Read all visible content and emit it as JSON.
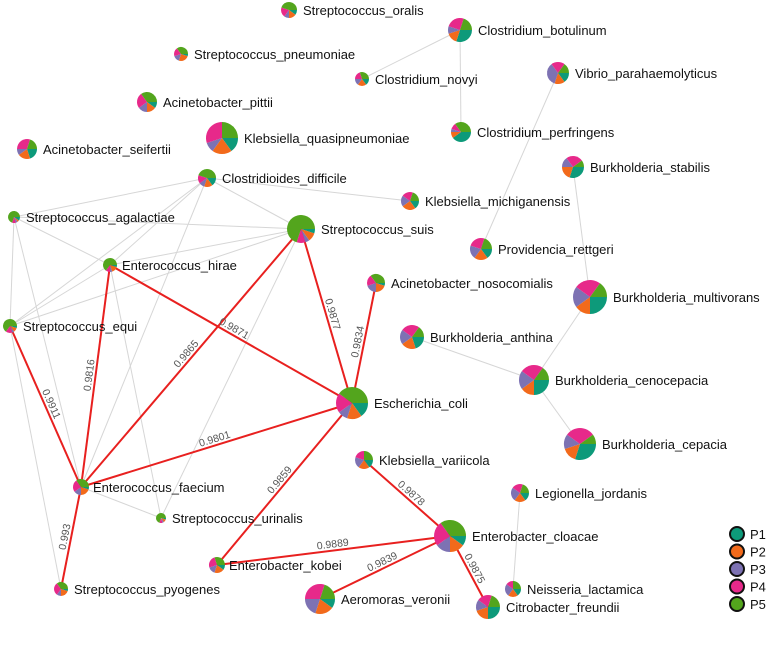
{
  "colors": {
    "P1": "#0d9a7a",
    "P2": "#f26a1b",
    "P3": "#7d72b3",
    "P4": "#e7298a",
    "P5": "#53a51d",
    "edge_light": "#d6d6d6",
    "edge_strong": "#e8201f"
  },
  "legend": [
    {
      "key": "P1",
      "label": "P1"
    },
    {
      "key": "P2",
      "label": "P2"
    },
    {
      "key": "P3",
      "label": "P3"
    },
    {
      "key": "P4",
      "label": "P4"
    },
    {
      "key": "P5",
      "label": "P5"
    }
  ],
  "nodes": [
    {
      "id": "strep_oralis",
      "label": "Streptococcus_oralis",
      "r": 8,
      "pie": {
        "P1": 10,
        "P2": 15,
        "P3": 10,
        "P4": 20,
        "P5": 45
      }
    },
    {
      "id": "clos_botulinum",
      "label": "Clostridium_botulinum",
      "r": 12,
      "pie": {
        "P1": 30,
        "P2": 15,
        "P3": 10,
        "P4": 25,
        "P5": 20
      }
    },
    {
      "id": "strep_pneumoniae",
      "label": "Streptococcus_pneumoniae",
      "r": 7,
      "pie": {
        "P1": 5,
        "P2": 25,
        "P3": 15,
        "P4": 20,
        "P5": 35
      }
    },
    {
      "id": "clos_novyi",
      "label": "Clostridium_novyi",
      "r": 7,
      "pie": {
        "P1": 15,
        "P2": 20,
        "P3": 15,
        "P4": 20,
        "P5": 30
      }
    },
    {
      "id": "vibrio",
      "label": "Vibrio_parahaemolyticus",
      "r": 11,
      "pie": {
        "P1": 15,
        "P2": 15,
        "P3": 35,
        "P4": 20,
        "P5": 15
      }
    },
    {
      "id": "acin_pittii",
      "label": "Acinetobacter_pittii",
      "r": 10,
      "pie": {
        "P1": 10,
        "P2": 15,
        "P3": 15,
        "P4": 25,
        "P5": 35
      }
    },
    {
      "id": "clos_perfringens",
      "label": "Clostridium_perfringens",
      "r": 10,
      "pie": {
        "P1": 40,
        "P2": 10,
        "P3": 5,
        "P4": 10,
        "P5": 35
      }
    },
    {
      "id": "acin_seifertii",
      "label": "Acinetobacter_seifertii",
      "r": 10,
      "pie": {
        "P1": 20,
        "P2": 20,
        "P3": 10,
        "P4": 30,
        "P5": 20
      }
    },
    {
      "id": "kleb_quasi",
      "label": "Klebsiella_quasipneumoniae",
      "r": 16,
      "pie": {
        "P1": 15,
        "P2": 20,
        "P3": 10,
        "P4": 30,
        "P5": 25
      }
    },
    {
      "id": "burk_stabilis",
      "label": "Burkholderia_stabilis",
      "r": 11,
      "pie": {
        "P1": 30,
        "P2": 20,
        "P3": 15,
        "P4": 25,
        "P5": 10
      }
    },
    {
      "id": "clostridioides",
      "label": "Clostridioides_difficile",
      "r": 9,
      "pie": {
        "P1": 15,
        "P2": 15,
        "P3": 10,
        "P4": 15,
        "P5": 45
      }
    },
    {
      "id": "kleb_mich",
      "label": "Klebsiella_michiganensis",
      "r": 9,
      "pie": {
        "P1": 15,
        "P2": 25,
        "P3": 20,
        "P4": 20,
        "P5": 20
      }
    },
    {
      "id": "strep_agalactiae",
      "label": "Streptococcus_agalactiae",
      "r": 6,
      "pie": {
        "P1": 10,
        "P2": 5,
        "P3": 5,
        "P4": 10,
        "P5": 70
      }
    },
    {
      "id": "strep_suis",
      "label": "Streptococcus_suis",
      "r": 14,
      "pie": {
        "P1": 5,
        "P2": 10,
        "P3": 5,
        "P4": 10,
        "P5": 70
      }
    },
    {
      "id": "providencia",
      "label": "Providencia_rettgeri",
      "r": 11,
      "pie": {
        "P1": 15,
        "P2": 20,
        "P3": 20,
        "P4": 25,
        "P5": 20
      }
    },
    {
      "id": "ent_hirae",
      "label": "Enterococcus_hirae",
      "r": 7,
      "pie": {
        "P1": 5,
        "P2": 15,
        "P3": 5,
        "P4": 10,
        "P5": 65
      }
    },
    {
      "id": "acin_noso",
      "label": "Acinetobacter_nosocomialis",
      "r": 9,
      "pie": {
        "P1": 5,
        "P2": 20,
        "P3": 20,
        "P4": 20,
        "P5": 35
      }
    },
    {
      "id": "burk_multi",
      "label": "Burkholderia_multivorans",
      "r": 17,
      "pie": {
        "P1": 25,
        "P2": 15,
        "P3": 20,
        "P4": 25,
        "P5": 15
      }
    },
    {
      "id": "strep_equi",
      "label": "Streptococcus_equi",
      "r": 7,
      "pie": {
        "P1": 5,
        "P2": 10,
        "P3": 5,
        "P4": 15,
        "P5": 65
      }
    },
    {
      "id": "burk_anthina",
      "label": "Burkholderia_anthina",
      "r": 12,
      "pie": {
        "P1": 20,
        "P2": 20,
        "P3": 20,
        "P4": 25,
        "P5": 15
      }
    },
    {
      "id": "burk_ceno",
      "label": "Burkholderia_cenocepacia",
      "r": 15,
      "pie": {
        "P1": 25,
        "P2": 15,
        "P3": 20,
        "P4": 25,
        "P5": 15
      }
    },
    {
      "id": "ecoli",
      "label": "Escherichia_coli",
      "r": 16,
      "pie": {
        "P1": 15,
        "P2": 15,
        "P3": 10,
        "P4": 20,
        "P5": 40
      }
    },
    {
      "id": "burk_cepacia",
      "label": "Burkholderia_cepacia",
      "r": 16,
      "pie": {
        "P1": 30,
        "P2": 15,
        "P3": 15,
        "P4": 30,
        "P5": 10
      }
    },
    {
      "id": "kleb_vari",
      "label": "Klebsiella_variicola",
      "r": 9,
      "pie": {
        "P1": 15,
        "P2": 20,
        "P3": 20,
        "P4": 20,
        "P5": 25
      }
    },
    {
      "id": "legionella",
      "label": "Legionella_jordanis",
      "r": 9,
      "pie": {
        "P1": 15,
        "P2": 20,
        "P3": 25,
        "P4": 20,
        "P5": 20
      }
    },
    {
      "id": "ent_faecium",
      "label": "Enterococcus_faecium",
      "r": 8,
      "pie": {
        "P1": 5,
        "P2": 20,
        "P3": 15,
        "P4": 25,
        "P5": 35
      }
    },
    {
      "id": "strep_urinalis",
      "label": "Streptococcus_urinalis",
      "r": 5,
      "pie": {
        "P1": 5,
        "P2": 10,
        "P3": 5,
        "P4": 10,
        "P5": 70
      }
    },
    {
      "id": "enterobacter_cloacae",
      "label": "Enterobacter_cloacae",
      "r": 16,
      "pie": {
        "P1": 10,
        "P2": 15,
        "P3": 15,
        "P4": 25,
        "P5": 35
      }
    },
    {
      "id": "enterobacter_kobei",
      "label": "Enterobacter_kobei",
      "r": 8,
      "pie": {
        "P1": 10,
        "P2": 20,
        "P3": 15,
        "P4": 25,
        "P5": 30
      }
    },
    {
      "id": "neisseria",
      "label": "Neisseria_lactamica",
      "r": 8,
      "pie": {
        "P1": 15,
        "P2": 20,
        "P3": 25,
        "P4": 15,
        "P5": 25
      }
    },
    {
      "id": "strep_pyogenes",
      "label": "Streptococcus_pyogenes",
      "r": 7,
      "pie": {
        "P1": 5,
        "P2": 20,
        "P3": 10,
        "P4": 30,
        "P5": 35
      }
    },
    {
      "id": "aeromonas",
      "label": "Aeromoras_veronii",
      "r": 15,
      "pie": {
        "P1": 10,
        "P2": 20,
        "P3": 20,
        "P4": 30,
        "P5": 20
      }
    },
    {
      "id": "citrobacter",
      "label": "Citrobacter_freundii",
      "r": 12,
      "pie": {
        "P1": 25,
        "P2": 20,
        "P3": 15,
        "P4": 20,
        "P5": 20
      }
    }
  ],
  "edges": [
    {
      "source": "clos_botulinum",
      "target": "clos_novyi",
      "strong": false,
      "label": ""
    },
    {
      "source": "clos_botulinum",
      "target": "clos_perfringens",
      "strong": false,
      "label": ""
    },
    {
      "source": "vibrio",
      "target": "providencia",
      "strong": false,
      "label": ""
    },
    {
      "source": "burk_stabilis",
      "target": "burk_multi",
      "strong": false,
      "label": ""
    },
    {
      "source": "burk_multi",
      "target": "burk_ceno",
      "strong": false,
      "label": ""
    },
    {
      "source": "burk_anthina",
      "target": "burk_ceno",
      "strong": false,
      "label": ""
    },
    {
      "source": "burk_ceno",
      "target": "burk_cepacia",
      "strong": false,
      "label": ""
    },
    {
      "source": "legionella",
      "target": "neisseria",
      "strong": false,
      "label": ""
    },
    {
      "source": "clostridioides",
      "target": "kleb_mich",
      "strong": false,
      "label": ""
    },
    {
      "source": "clostridioides",
      "target": "strep_suis",
      "strong": false,
      "label": ""
    },
    {
      "source": "clostridioides",
      "target": "strep_agalactiae",
      "strong": false,
      "label": ""
    },
    {
      "source": "clostridioides",
      "target": "ent_hirae",
      "strong": false,
      "label": ""
    },
    {
      "source": "clostridioides",
      "target": "strep_equi",
      "strong": false,
      "label": ""
    },
    {
      "source": "clostridioides",
      "target": "ent_faecium",
      "strong": false,
      "label": ""
    },
    {
      "source": "strep_agalactiae",
      "target": "strep_suis",
      "strong": false,
      "label": ""
    },
    {
      "source": "strep_agalactiae",
      "target": "strep_equi",
      "strong": false,
      "label": ""
    },
    {
      "source": "strep_agalactiae",
      "target": "ent_hirae",
      "strong": false,
      "label": ""
    },
    {
      "source": "ent_hirae",
      "target": "strep_suis",
      "strong": false,
      "label": ""
    },
    {
      "source": "ent_hirae",
      "target": "strep_equi",
      "strong": false,
      "label": ""
    },
    {
      "source": "ent_hirae",
      "target": "strep_urinalis",
      "strong": false,
      "label": ""
    },
    {
      "source": "strep_equi",
      "target": "strep_suis",
      "strong": false,
      "label": ""
    },
    {
      "source": "strep_equi",
      "target": "strep_pyogenes",
      "strong": false,
      "label": ""
    },
    {
      "source": "strep_suis",
      "target": "strep_urinalis",
      "strong": false,
      "label": ""
    },
    {
      "source": "ent_faecium",
      "target": "strep_urinalis",
      "strong": false,
      "label": ""
    },
    {
      "source": "strep_agalactiae",
      "target": "ent_faecium",
      "strong": false,
      "label": ""
    },
    {
      "source": "ent_hirae",
      "target": "ent_faecium",
      "strong": true,
      "label": "0.9816"
    },
    {
      "source": "strep_equi",
      "target": "ent_faecium",
      "strong": true,
      "label": "0.9911"
    },
    {
      "source": "strep_suis",
      "target": "ent_faecium",
      "strong": true,
      "label": "0.9865"
    },
    {
      "source": "ent_hirae",
      "target": "ecoli",
      "strong": true,
      "label": "0.9871"
    },
    {
      "source": "strep_suis",
      "target": "ecoli",
      "strong": true,
      "label": "0.9877"
    },
    {
      "source": "acin_noso",
      "target": "ecoli",
      "strong": true,
      "label": "0.9834"
    },
    {
      "source": "ecoli",
      "target": "ent_faecium",
      "strong": true,
      "label": "0.9801"
    },
    {
      "source": "ecoli",
      "target": "enterobacter_kobei",
      "strong": true,
      "label": "0.9859"
    },
    {
      "source": "ent_faecium",
      "target": "strep_pyogenes",
      "strong": true,
      "label": "0.993"
    },
    {
      "source": "kleb_vari",
      "target": "enterobacter_cloacae",
      "strong": true,
      "label": "0.9878"
    },
    {
      "source": "enterobacter_kobei",
      "target": "enterobacter_cloacae",
      "strong": true,
      "label": "0.9889"
    },
    {
      "source": "aeromonas",
      "target": "enterobacter_cloacae",
      "strong": true,
      "label": "0.9839"
    },
    {
      "source": "enterobacter_cloacae",
      "target": "citrobacter",
      "strong": true,
      "label": "0.9875"
    }
  ]
}
